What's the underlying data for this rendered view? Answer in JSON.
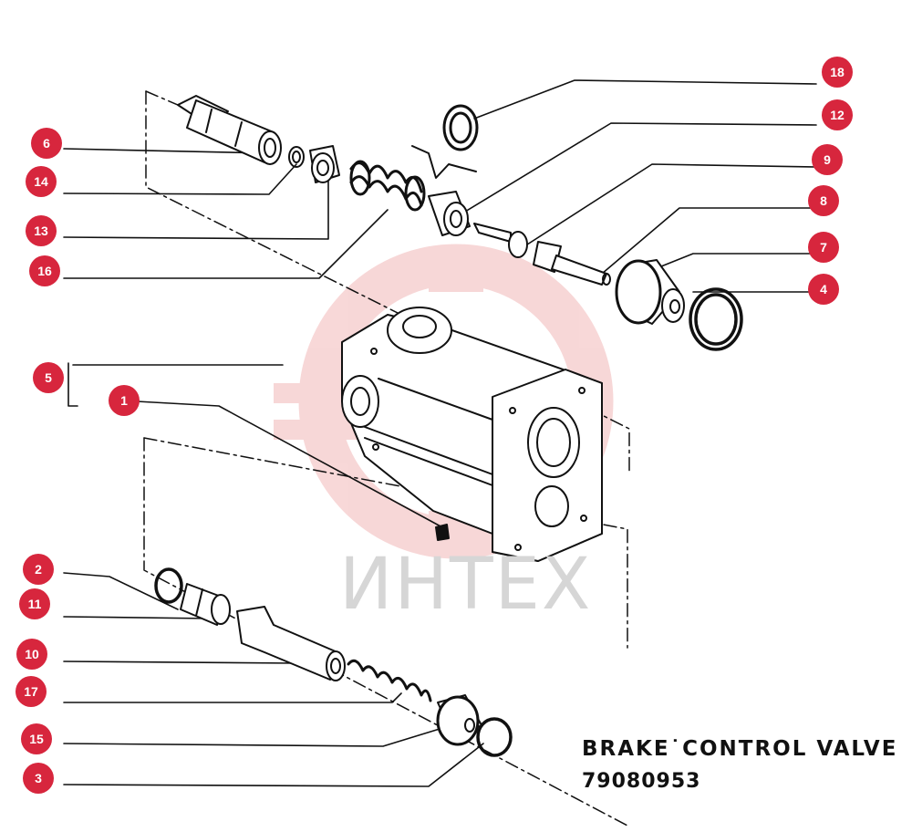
{
  "diagram": {
    "title": "BRAKE˙CONTROL VALVE",
    "part_number": "79080953",
    "watermark_text": "ИНТЕХ",
    "callouts": [
      "18",
      "12",
      "9",
      "8",
      "7",
      "4",
      "6",
      "14",
      "13",
      "16",
      "5",
      "1",
      "2",
      "11",
      "10",
      "17",
      "15",
      "3"
    ]
  },
  "colors": {
    "callout": "#d7263d",
    "line": "#111111",
    "watermark": "#f2b8b8",
    "watermark_text": "#d6d6d6"
  }
}
